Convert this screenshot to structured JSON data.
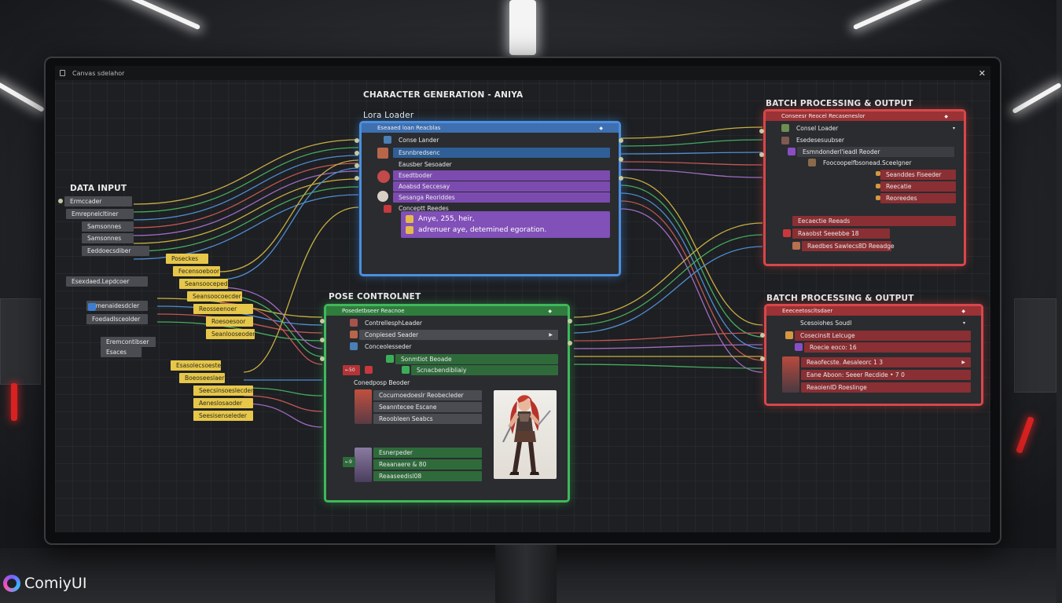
{
  "window": {
    "title": "Canvas sdelahor",
    "close_glyph": "✕"
  },
  "brand": {
    "name": "ComiyUI"
  },
  "headings": {
    "character": "CHARACTER GENERATION - ANIYA",
    "lora": "Lora Loader",
    "data_input": "DATA INPUT",
    "pose": "POSE CONTROLNET",
    "batch_top": "BATCH PROCESSING & OUTPUT",
    "batch_bottom": "BATCH PROCESSING & OUTPUT"
  },
  "data_input": {
    "rows": [
      "Ermccader",
      "Emrepnelcltiner",
      "Samsonnes",
      "Samsonnes",
      "Eeddoecsdiber"
    ],
    "sub_header": "Esexdaed.Lepdcoer",
    "sub_rows": [
      "Emenaidesdcler",
      "Foedadlsceolder",
      "Eremcontibser",
      "Esaces"
    ]
  },
  "yellow_nodes": {
    "group_a": [
      "Poseckes",
      "Fecensoeboor",
      "Seansoocepedder",
      "Seansoocoecder",
      "Reosseenoer",
      "Roesoesoor",
      "Seanlooseoder"
    ],
    "group_b": [
      "Esasolecsoester",
      "Boeoseeslaer",
      "Seecsinsoeslecder",
      "Aeneslosaoder",
      "Seesisenseleder"
    ]
  },
  "lora_node": {
    "header": "Eseaaed loan Reacblas",
    "rows": [
      "Conse Lander",
      "Esnnbredsenc",
      "Eausber Sesoader",
      "Esedtboder",
      "Aoabsd Seccesay",
      "Sesanga Reoriddes",
      "Conceptt Reedes"
    ],
    "prompt_lines": [
      "Anye, 255, heir,",
      "adrenuer aye, detemined egoration."
    ]
  },
  "pose_node": {
    "header": "Posedetbseer Reacnoe",
    "rows": [
      "ContrellesphLeader",
      "Conpiesed Seader",
      "Conceolesseder",
      "Sonmtiot Beoade",
      "Scnacbendibliaiy",
      "Conedposp Beoder",
      "Cocurnoedoeslr Reobecleder",
      "Seanntecee Escane",
      "Reoobleen Seabcs",
      "Esnerpeder",
      "Reaanaere & 80",
      "Reaaseedisl08"
    ],
    "chips": [
      "←50",
      "←9"
    ]
  },
  "batch_top": {
    "header": "Conseesr Reocel Recaseneslor",
    "rows": [
      "Consel Loader",
      "Esedesesuubser",
      "Esmndonderl'ieadl Reoder",
      "Foocoopelfbsonead.Sceelgner",
      "Seanddes Fiseeder",
      "Reecatie",
      "Reoreedes",
      "Eecaectie Reeads",
      "Raaobst Seeebbe 18",
      "Raedbes Sawlecs8D Reeadge"
    ]
  },
  "batch_bottom": {
    "header": "Eeeceetoscltsdaer",
    "rows": [
      "Scesoiohes Soudl",
      "Cosecinslt Lelcuge",
      "Roecie eoco: 16",
      "Reaofecste. Aesaleorc 1 3",
      "Eane Aboon: Seeer Recdide • 7 0",
      "ReaoienID Roeslinge"
    ]
  },
  "colors": {
    "blue_node": "#4a8fe0",
    "green_node": "#3fb85a",
    "red_node": "#d8474a",
    "purple_row": "#7c4bb0",
    "yellow_node": "#e7c74a"
  }
}
